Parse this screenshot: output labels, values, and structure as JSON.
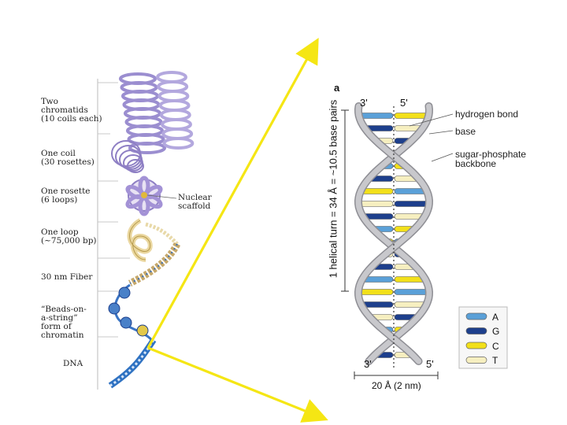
{
  "chromatin": {
    "levels": [
      {
        "label": "Two\nchromatids\n(10 coils each)"
      },
      {
        "label": "One coil\n(30 rosettes)"
      },
      {
        "label": "One rosette\n(6 loops)"
      },
      {
        "label": "One loop\n(~75,000 bp)"
      },
      {
        "label": "30 nm Fiber"
      },
      {
        "label": "“Beads-on-\na-string”\nform of\nchromatin"
      },
      {
        "label": "DNA"
      }
    ],
    "nuclear_scaffold": "Nuclear\nscaffold"
  },
  "helix": {
    "panel_letter": "a",
    "top_left": "3'",
    "top_right": "5'",
    "bottom_left": "3'",
    "bottom_right": "5'",
    "labels": {
      "hydrogen_bond": "hydrogen bond",
      "base": "base",
      "backbone": "sugar-phosphate\nbackbone"
    },
    "vertical_label": "1 helical turn = 34 Å = ~10.5 base pairs",
    "width_label": "20 Å (2 nm)",
    "legend": [
      {
        "base": "A",
        "color": "#5aa0d8"
      },
      {
        "base": "G",
        "color": "#1d3f8c"
      },
      {
        "base": "C",
        "color": "#f2e01a"
      },
      {
        "base": "T",
        "color": "#f6efc0"
      }
    ]
  },
  "colors": {
    "arrow": "#f5e614",
    "backbone": "#c8c8cc",
    "chromatid": "#9b8ed0",
    "dna_strand": "#2f72c2"
  }
}
